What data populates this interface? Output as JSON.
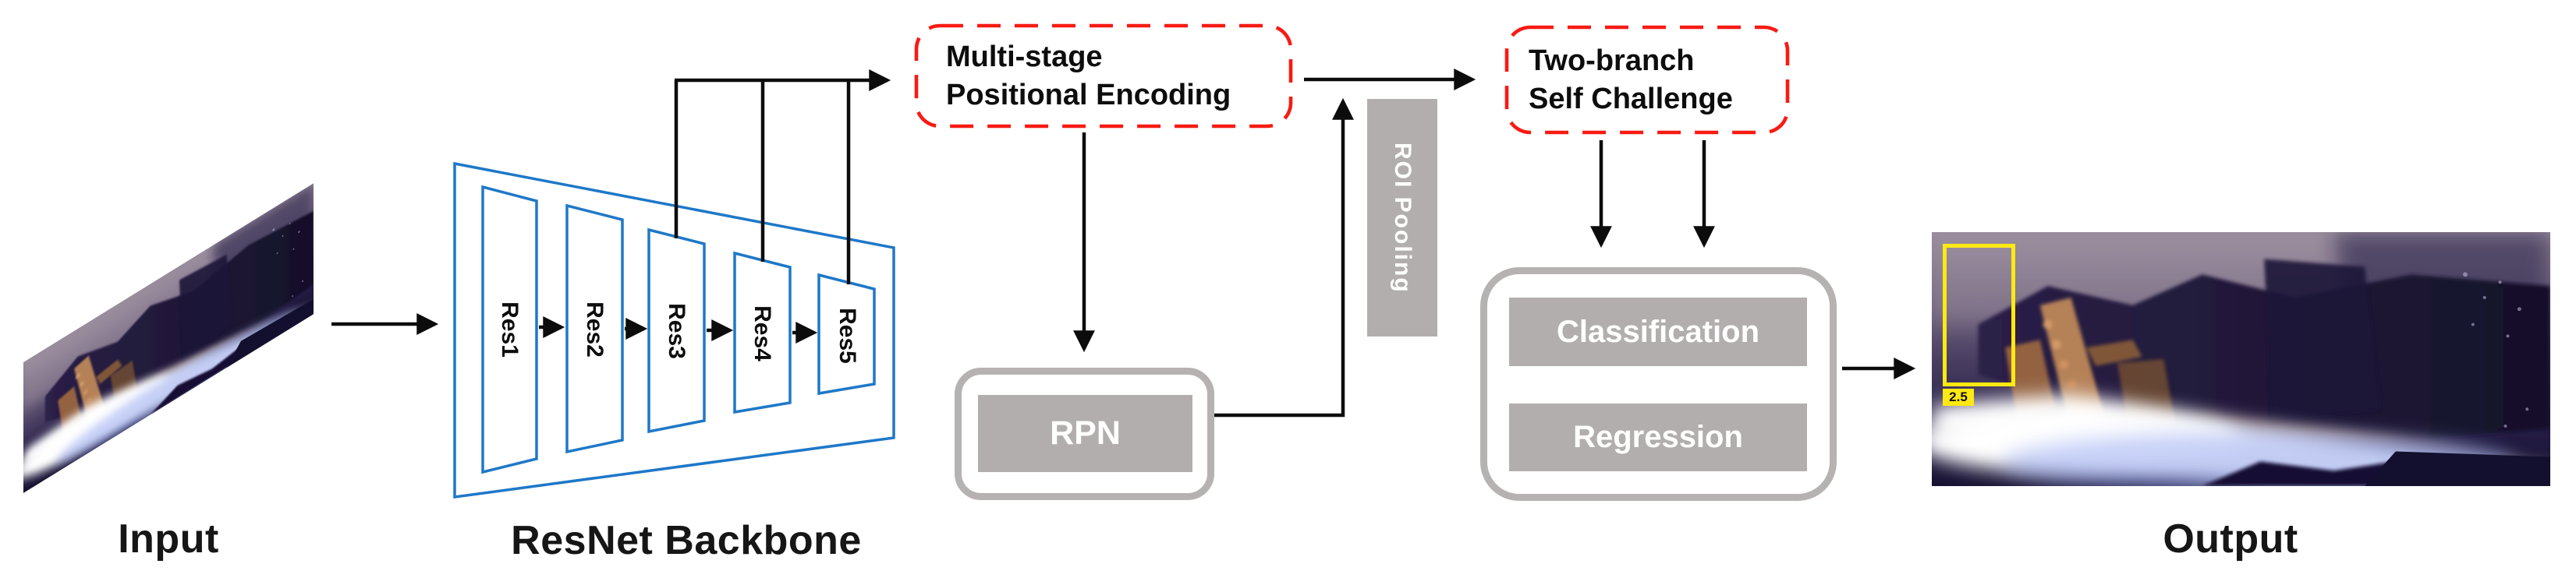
{
  "title": "Two-branch self-challenge detector pipeline diagram",
  "colors": {
    "blue": "#1e78c8",
    "red": "#f71b14",
    "gray": "#b3aeae",
    "gray_border": "#b7b2b2",
    "black": "#0c0c0c",
    "yellow": "#ffe912"
  },
  "labels": {
    "input": "Input",
    "backbone": "ResNet Backbone",
    "output": "Output"
  },
  "backbone": {
    "blocks": [
      {
        "label": "Res1"
      },
      {
        "label": "Res2"
      },
      {
        "label": "Res3"
      },
      {
        "label": "Res4"
      },
      {
        "label": "Res5"
      }
    ]
  },
  "boxes": {
    "mpe": {
      "line1": "Multi-stage",
      "line2": "Positional Encoding"
    },
    "two_branch": {
      "line1": "Two-branch",
      "line2": "Self Challenge"
    },
    "rpn": "RPN",
    "roi_pooling": "ROI Pooling",
    "classification": "Classification",
    "regression": "Regression"
  },
  "output_overlay": {
    "bbox_label": "2.5"
  }
}
